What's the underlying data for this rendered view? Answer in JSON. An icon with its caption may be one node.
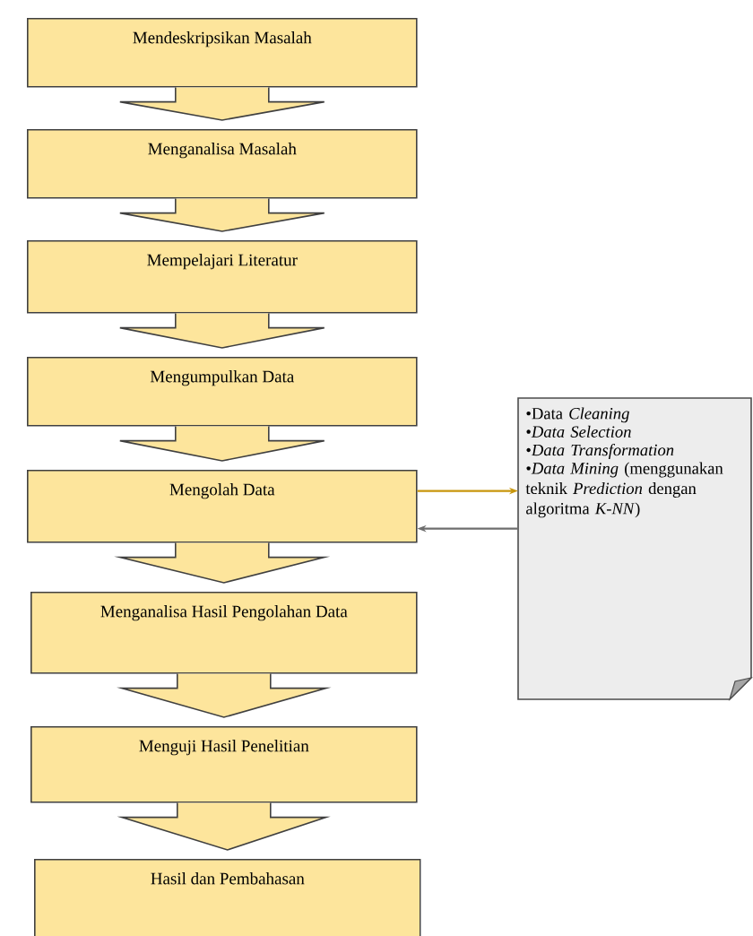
{
  "diagram": {
    "nodes": [
      {
        "text": [
          "Mendeskripsikan Masalah"
        ]
      },
      {
        "text": [
          "Menganalisa Masalah"
        ]
      },
      {
        "text": [
          "Mempelajari Literatur"
        ]
      },
      {
        "text": [
          "Mengumpulkan Data"
        ]
      },
      {
        "text": [
          "Mengolah Data"
        ]
      },
      {
        "text": [
          "Menganalisa Hasil Pengolahan Data"
        ]
      },
      {
        "text": [
          "Menguji Hasil Penelitian"
        ]
      },
      {
        "text": [
          "Hasil dan Pembahasan"
        ]
      },
      {
        "text": [
          "•Data *Cleaning*",
          "•*Data Selection*",
          "•*Data Transformation*",
          "•*Data Mining* (menggunakan teknik *Prediction* dengan algoritma *K-NN*)"
        ]
      }
    ],
    "edges": [
      {
        "from": 0,
        "to": 1,
        "arrow": "to"
      },
      {
        "from": 1,
        "to": 2,
        "arrow": "to"
      },
      {
        "from": 2,
        "to": 3,
        "arrow": "to"
      },
      {
        "from": 3,
        "to": 4,
        "arrow": "to"
      },
      {
        "from": 4,
        "to": 5,
        "arrow": "to"
      },
      {
        "from": 5,
        "to": 6,
        "arrow": "to"
      },
      {
        "from": 6,
        "to": 7,
        "arrow": "to"
      },
      {
        "from": 4,
        "to": 8,
        "arrow": "to",
        "color": "#c8960c"
      },
      {
        "from": 8,
        "to": 4,
        "arrow": "to",
        "color": "#6e6e6e"
      }
    ]
  }
}
